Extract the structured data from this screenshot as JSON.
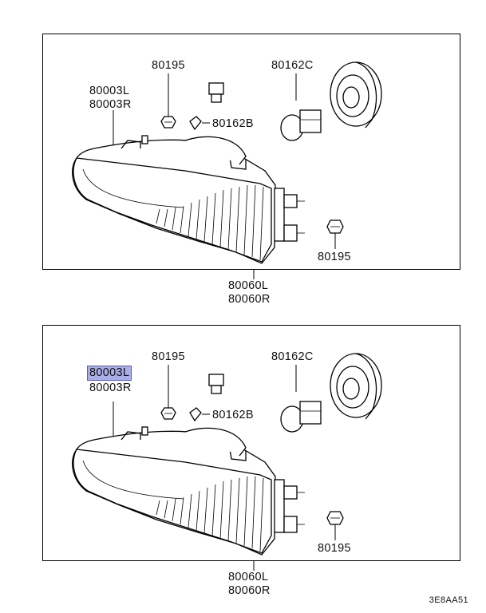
{
  "diagram": {
    "top_panel": {
      "labels": {
        "housing": [
          "80003L",
          "80003R"
        ],
        "screw_top": "80195",
        "bulb": "80162C",
        "small_bulb": "80162B",
        "screw_right": "80195",
        "assembly": [
          "80060L",
          "80060R"
        ]
      }
    },
    "bottom_panel": {
      "labels": {
        "housing": [
          "80003L",
          "80003R"
        ],
        "screw_top": "80195",
        "bulb": "80162C",
        "small_bulb": "80162B",
        "screw_right": "80195",
        "assembly": [
          "80060L",
          "80060R"
        ]
      },
      "highlighted": "80003L",
      "highlight_color": "#a9aee6"
    },
    "code": "3E8AA51"
  }
}
